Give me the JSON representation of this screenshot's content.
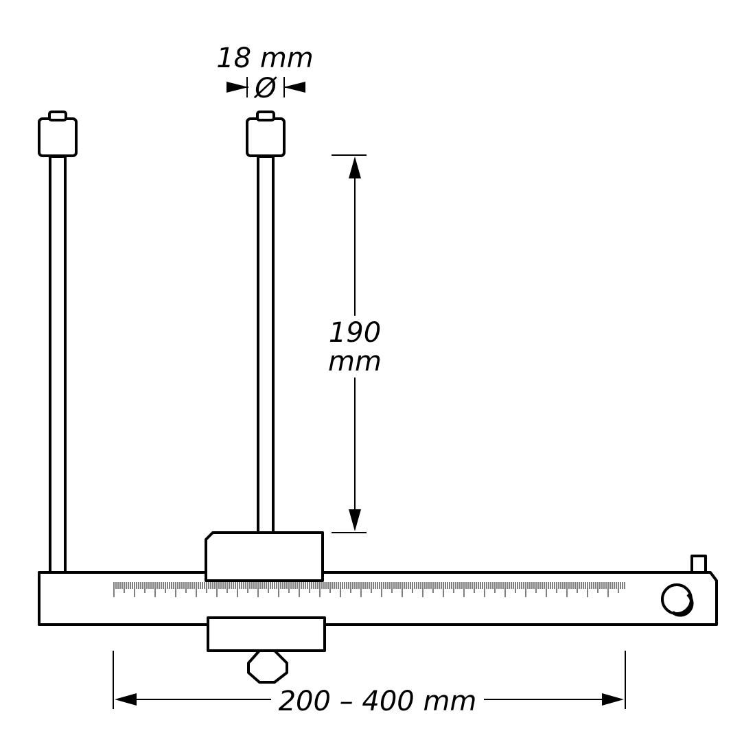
{
  "dimensions": {
    "diameter": {
      "value": "18 mm",
      "symbol": "Ø"
    },
    "height": {
      "value": "190",
      "unit": "mm"
    },
    "width": {
      "value": "200 – 400 mm"
    }
  },
  "colors": {
    "line": "#000000",
    "background": "#ffffff"
  }
}
